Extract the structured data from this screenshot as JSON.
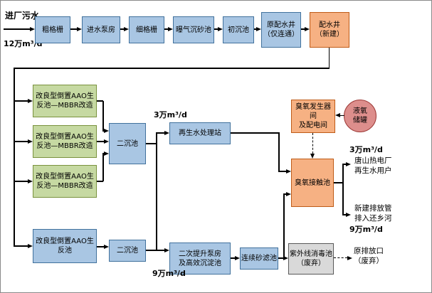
{
  "labels": {
    "influent": "进厂污水",
    "influent_flow": "12万m³/d",
    "reclaim_flow": "3万m³/d",
    "lift_flow": "9万m³/d",
    "out1_flow": "3万m³/d",
    "out1_line1": "唐山热电厂",
    "out1_line2": "再生水用户",
    "out2_line1": "新建排放管",
    "out2_line2": "排入还乡河",
    "out2_flow": "9万m³/d",
    "old_outfall_line1": "原排放口",
    "old_outfall_line2": "（废弃）"
  },
  "nodes": {
    "coarse_screen": "粗格栅",
    "inlet_pump": "进水泵房",
    "fine_screen": "细格栅",
    "grit_chamber": "曝气沉砂池",
    "primary_tank": "初沉池",
    "orig_well_line1": "原配水井",
    "orig_well_line2": "（仅连通）",
    "new_well_line1": "配水井",
    "new_well_line2": "（新建）",
    "aao_mbbr": "改良型倒置AAO生反池—MBBR改造",
    "aao_plain": "改良型倒置AAO生反池",
    "secondary_tank": "二沉池",
    "reclaim_station": "再生水处理站",
    "lift_pump_line1": "二次提升泵房",
    "lift_pump_line2": "及高效沉淀池",
    "sand_filter": "连续砂滤池",
    "uv_line1": "紫外线消毒池",
    "uv_line2": "（废弃）",
    "ozone_gen_line1": "臭氧发生器间",
    "ozone_gen_line2": "及配电间",
    "lox_line1": "液氧",
    "lox_line2": "储罐",
    "ozone_contact": "臭氧接触池"
  },
  "colors": {
    "process_blue": "#A9C6E3",
    "bio_green": "#C6D9A2",
    "ozone_orange": "#F6B183",
    "disused_gray": "#D9D9D9",
    "oxygen_red": "#DD8E8C"
  }
}
